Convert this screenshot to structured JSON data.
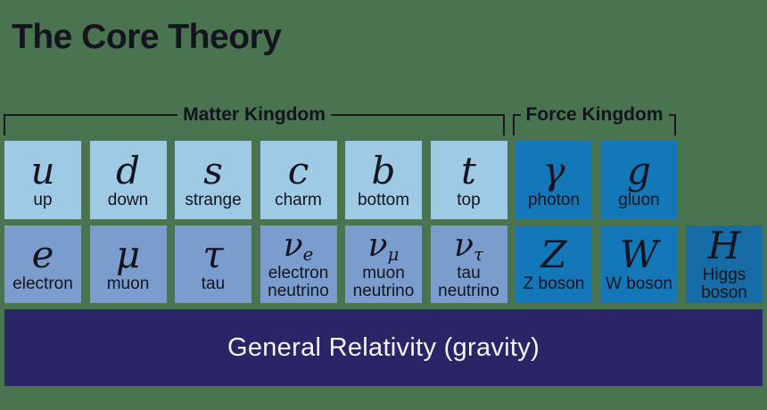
{
  "title": "The Core Theory",
  "kingdoms": {
    "matter": {
      "label": "Matter Kingdom"
    },
    "force": {
      "label": "Force Kingdom"
    }
  },
  "particles": {
    "row1": [
      {
        "symbol": "u",
        "name": "up",
        "group": "quark"
      },
      {
        "symbol": "d",
        "name": "down",
        "group": "quark"
      },
      {
        "symbol": "s",
        "name": "strange",
        "group": "quark"
      },
      {
        "symbol": "c",
        "name": "charm",
        "group": "quark"
      },
      {
        "symbol": "b",
        "name": "bottom",
        "group": "quark"
      },
      {
        "symbol": "t",
        "name": "top",
        "group": "quark"
      },
      {
        "symbol": "γ",
        "name": "photon",
        "group": "boson"
      },
      {
        "symbol": "g",
        "name": "gluon",
        "group": "boson"
      }
    ],
    "row2": [
      {
        "symbol": "e",
        "name": "electron",
        "group": "lepton"
      },
      {
        "symbol": "μ",
        "name": "muon",
        "group": "lepton"
      },
      {
        "symbol": "τ",
        "name": "tau",
        "group": "lepton"
      },
      {
        "symbol": "ν",
        "subscript": "e",
        "name": "electron neutrino",
        "group": "lepton"
      },
      {
        "symbol": "ν",
        "subscript": "μ",
        "name": "muon neutrino",
        "group": "lepton"
      },
      {
        "symbol": "ν",
        "subscript": "τ",
        "name": "tau neutrino",
        "group": "lepton"
      },
      {
        "symbol": "Z",
        "name": "Z boson",
        "group": "boson"
      },
      {
        "symbol": "W",
        "name": "W boson",
        "group": "boson"
      },
      {
        "symbol": "H",
        "name": "Higgs boson",
        "group": "higgs"
      }
    ]
  },
  "gravity_bar": {
    "label": "General Relativity (gravity)"
  },
  "colors": {
    "background": "#4a7350",
    "quark": "#9fcae6",
    "lepton": "#7b9dce",
    "boson": "#1478b8",
    "higgs": "#166da6",
    "navy_bar": "#2a2566",
    "ink": "#14141e",
    "bar_text": "#f5f5f8"
  }
}
